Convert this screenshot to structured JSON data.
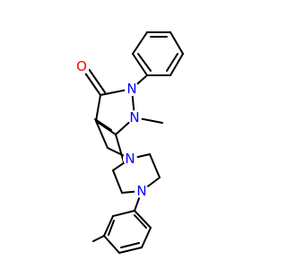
{
  "molecule": {
    "atom_labels": {
      "carbonyl_oxygen": "O",
      "n2": "N",
      "n1": "N",
      "piperazine_n_top": "N",
      "piperazine_n_bottom": "N"
    },
    "colors": {
      "bond": "#000000",
      "oxygen": "#ff0000",
      "nitrogen": "#0000ff",
      "background": "#ffffff"
    }
  }
}
